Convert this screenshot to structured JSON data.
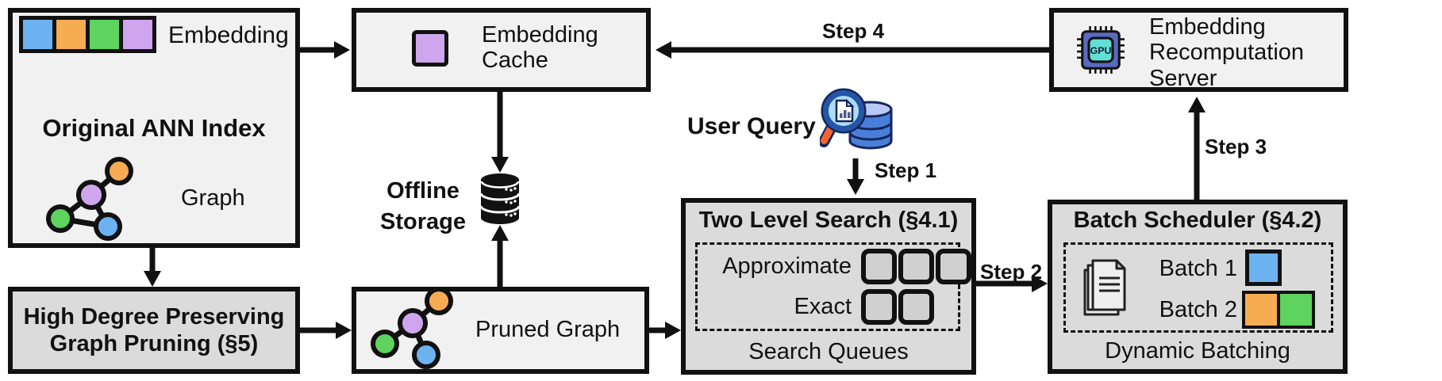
{
  "palette": {
    "blue": "#6DB2F0",
    "orange": "#F6AC52",
    "green": "#5ED35E",
    "purple": "#CFA6EE",
    "box_light": "#F1F1F1",
    "box_gray": "#DBDBDB",
    "queue_slot": "#D0D0D0",
    "outline": "#111111",
    "gpu_chip_body": "#5A6ABE",
    "gpu_chip_core": "#63E0D6",
    "query_db_body": "#4A7FD9",
    "query_db_top": "#B9C9F2",
    "magnifier_lens": "#AEDCF5",
    "magnifier_rim": "#2456A8",
    "magnifier_handle": "#F2662E",
    "doc_page": "#EFEFEF"
  },
  "nodes": {
    "original_ann_index": {
      "title": "Original ANN Index",
      "embedding_label": "Embedding",
      "graph_label": "Graph",
      "embedding_cells": [
        "blue",
        "orange",
        "green",
        "purple"
      ]
    },
    "embedding_cache": {
      "label": "Embedding Cache"
    },
    "embedding_recomputation_server": {
      "label": "Embedding Recomputation Server"
    },
    "offline_storage": {
      "label": "Offline Storage"
    },
    "high_degree_pruning": {
      "label": "High Degree Preserving Graph Pruning (§5)"
    },
    "pruned_graph": {
      "label": "Pruned Graph"
    },
    "two_level_search": {
      "title": "Two Level Search (§4.1)",
      "rows": [
        {
          "label": "Approximate",
          "slots": 3
        },
        {
          "label": "Exact",
          "slots": 2
        }
      ],
      "caption": "Search Queues"
    },
    "batch_scheduler": {
      "title": "Batch Scheduler (§4.2)",
      "batches": [
        {
          "label": "Batch 1",
          "colors": [
            "blue"
          ]
        },
        {
          "label": "Batch 2",
          "colors": [
            "orange",
            "green"
          ]
        }
      ],
      "caption": "Dynamic Batching"
    }
  },
  "annotations": {
    "user_query": "User Query",
    "steps": [
      "Step 1",
      "Step 2",
      "Step 3",
      "Step 4"
    ]
  },
  "icons": {
    "gpu_label": "GPU",
    "gpu": "gpu-chip-icon",
    "offline_storage": "database-icon",
    "user_query": "magnifier-over-database-icon",
    "batch_docs": "documents-icon",
    "graph": "node-graph-icon"
  }
}
